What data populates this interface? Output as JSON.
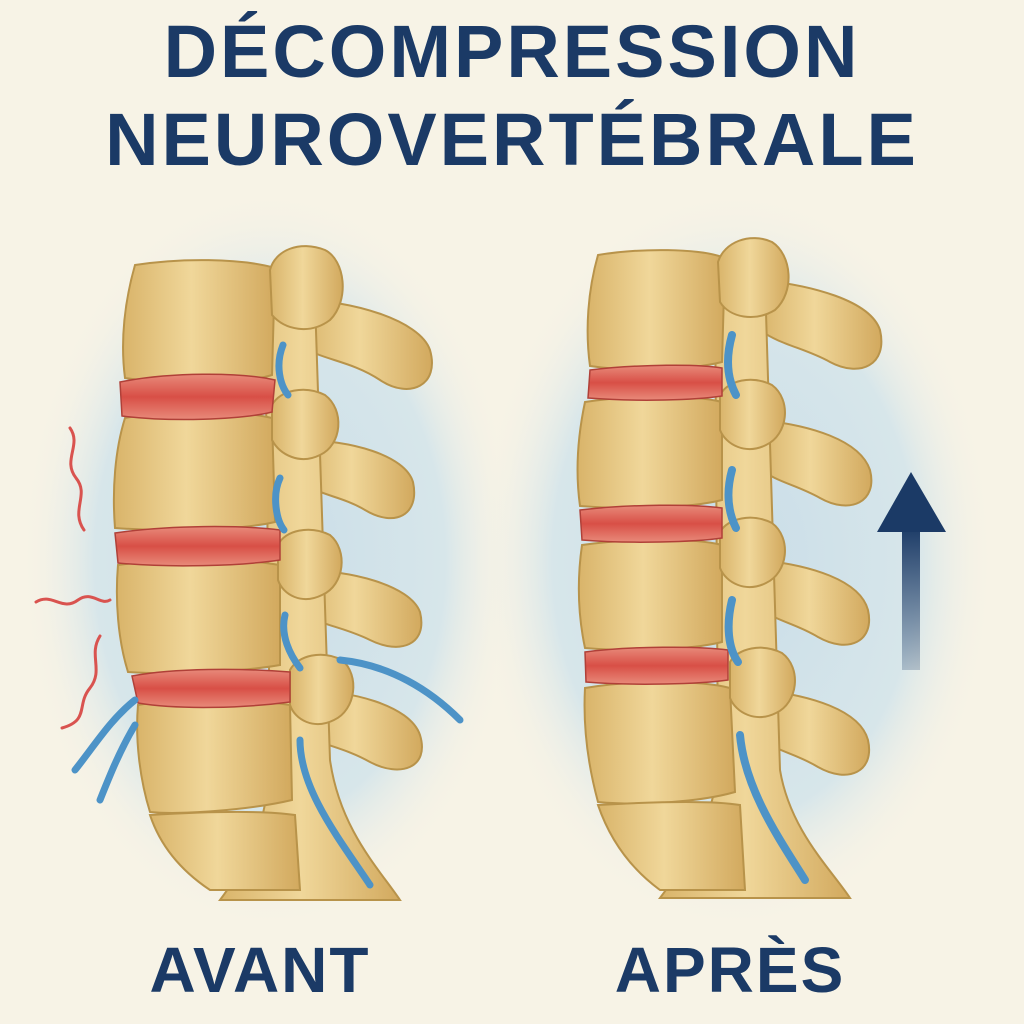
{
  "title": {
    "line1": "DÉCOMPRESSION",
    "line2": "NEUROVERTÉBRALE"
  },
  "panels": [
    {
      "label": "AVANT",
      "state": "compressed",
      "disc_color": "#d9534f",
      "nerve_color": "#4d93c7"
    },
    {
      "label": "APRÈS",
      "state": "decompressed",
      "disc_color": "#d9534f",
      "nerve_color": "#4d93c7"
    }
  ],
  "colors": {
    "bone": "#eacb86",
    "bone_outline": "#b8934a",
    "title": "#1b3a66",
    "arrow": "#1b3a66",
    "pain_marks": "#d9534f",
    "halo": "#cfe0e8",
    "background": "#f7f3e6"
  },
  "icons": {
    "decompression_arrow": "arrow-up-icon",
    "pain": "pain-squiggle-icon"
  }
}
